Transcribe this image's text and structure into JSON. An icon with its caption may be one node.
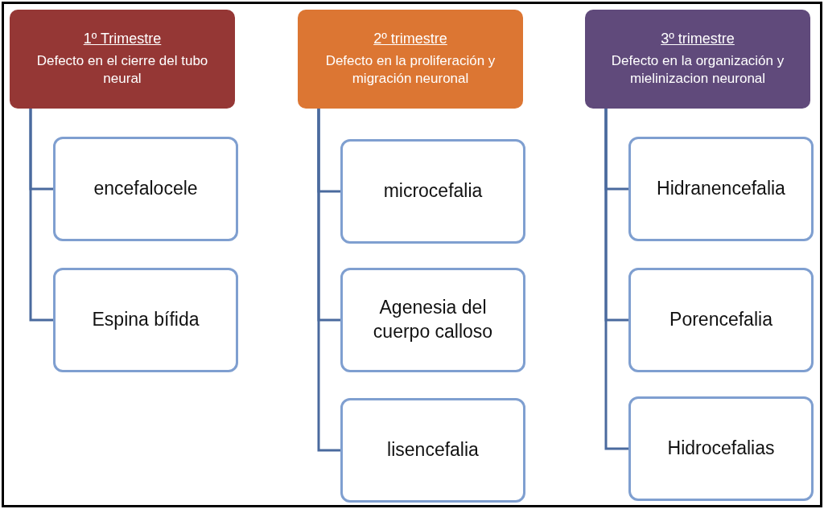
{
  "diagram": {
    "nodes": [
      {
        "text": [
          "1º Trimestre",
          "Defecto en el cierre del tubo neural"
        ]
      },
      {
        "text": [
          "encefalocele"
        ]
      },
      {
        "text": [
          "Espina bífida"
        ]
      },
      {
        "text": [
          "2º trimestre",
          "Defecto en la proliferación y migración neuronal"
        ]
      },
      {
        "text": [
          "microcefalia"
        ]
      },
      {
        "text": [
          "Agenesia del cuerpo calloso"
        ]
      },
      {
        "text": [
          "lisencefalia"
        ]
      },
      {
        "text": [
          "3º trimestre",
          "Defecto en la organización y mielinizacion neuronal"
        ]
      },
      {
        "text": [
          "Hidranencefalia"
        ]
      },
      {
        "text": [
          "Porencefalia"
        ]
      },
      {
        "text": [
          "Hidrocefalias"
        ]
      }
    ],
    "edges": [
      {
        "from": 0,
        "to": 1,
        "arrow": "none"
      },
      {
        "from": 0,
        "to": 2,
        "arrow": "none"
      },
      {
        "from": 3,
        "to": 4,
        "arrow": "none"
      },
      {
        "from": 3,
        "to": 5,
        "arrow": "none"
      },
      {
        "from": 3,
        "to": 6,
        "arrow": "none"
      },
      {
        "from": 7,
        "to": 8,
        "arrow": "none"
      },
      {
        "from": 7,
        "to": 9,
        "arrow": "none"
      },
      {
        "from": 7,
        "to": 10,
        "arrow": "none"
      }
    ]
  }
}
